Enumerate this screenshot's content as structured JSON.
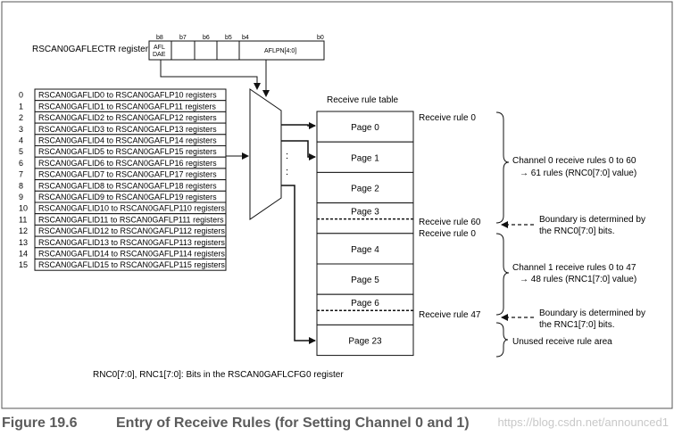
{
  "register": {
    "name": "RSCAN0GAFLECTR register",
    "bit_labels": [
      "b8",
      "b7",
      "b6",
      "b5",
      "b4",
      "b0"
    ],
    "afl_dae": [
      "AFL",
      "DAE"
    ],
    "aflpn": "AFLPN[4:0]"
  },
  "pages": [
    {
      "index": "0",
      "label": "RSCAN0GAFLID0 to RSCAN0GAFLP10 registers"
    },
    {
      "index": "1",
      "label": "RSCAN0GAFLID1 to RSCAN0GAFLP11 registers"
    },
    {
      "index": "2",
      "label": "RSCAN0GAFLID2 to RSCAN0GAFLP12 registers"
    },
    {
      "index": "3",
      "label": "RSCAN0GAFLID3 to RSCAN0GAFLP13 registers"
    },
    {
      "index": "4",
      "label": "RSCAN0GAFLID4 to RSCAN0GAFLP14 registers"
    },
    {
      "index": "5",
      "label": "RSCAN0GAFLID5 to RSCAN0GAFLP15 registers"
    },
    {
      "index": "6",
      "label": "RSCAN0GAFLID6 to RSCAN0GAFLP16 registers"
    },
    {
      "index": "7",
      "label": "RSCAN0GAFLID7 to RSCAN0GAFLP17 registers"
    },
    {
      "index": "8",
      "label": "RSCAN0GAFLID8 to RSCAN0GAFLP18 registers"
    },
    {
      "index": "9",
      "label": "RSCAN0GAFLID9 to RSCAN0GAFLP19 registers"
    },
    {
      "index": "10",
      "label": "RSCAN0GAFLID10 to RSCAN0GAFLP110 registers"
    },
    {
      "index": "11",
      "label": "RSCAN0GAFLID11 to RSCAN0GAFLP111 registers"
    },
    {
      "index": "12",
      "label": "RSCAN0GAFLID12 to RSCAN0GAFLP112 registers"
    },
    {
      "index": "13",
      "label": "RSCAN0GAFLID13 to RSCAN0GAFLP113 registers"
    },
    {
      "index": "14",
      "label": "RSCAN0GAFLID14 to RSCAN0GAFLP114 registers"
    },
    {
      "index": "15",
      "label": "RSCAN0GAFLID15 to RSCAN0GAFLP115 registers"
    }
  ],
  "mux_dots": ":",
  "table": {
    "title": "Receive rule table",
    "pages": [
      "Page 0",
      "Page 1",
      "Page 2",
      "Page 3",
      "Page 4",
      "Page 5",
      "Page 6",
      "Page 23"
    ]
  },
  "annotations": {
    "rule0_top": "Receive rule 0",
    "rule60": "Receive rule 60",
    "rule0_mid": "Receive rule 0",
    "rule47": "Receive rule 47",
    "ch0_line1": "Channel 0 receive rules 0 to 60",
    "ch0_line2": "→ 61 rules (RNC0[7:0] value)",
    "bd0_line1": "Boundary is determined by",
    "bd0_line2": "the RNC0[7:0] bits.",
    "ch1_line1": "Channel 1 receive rules 0 to 47",
    "ch1_line2": "→ 48 rules (RNC1[7:0] value)",
    "bd1_line1": "Boundary is determined by",
    "bd1_line2": "the RNC1[7:0] bits.",
    "unused": "Unused receive rule area"
  },
  "footnote": "RNC0[7:0], RNC1[7:0]: Bits in the RSCAN0GAFLCFG0 register",
  "caption": {
    "number": "Figure 19.6",
    "title": "Entry of Receive Rules (for Setting Channel 0 and 1)",
    "watermark": "https://blog.csdn.net/announced1"
  }
}
